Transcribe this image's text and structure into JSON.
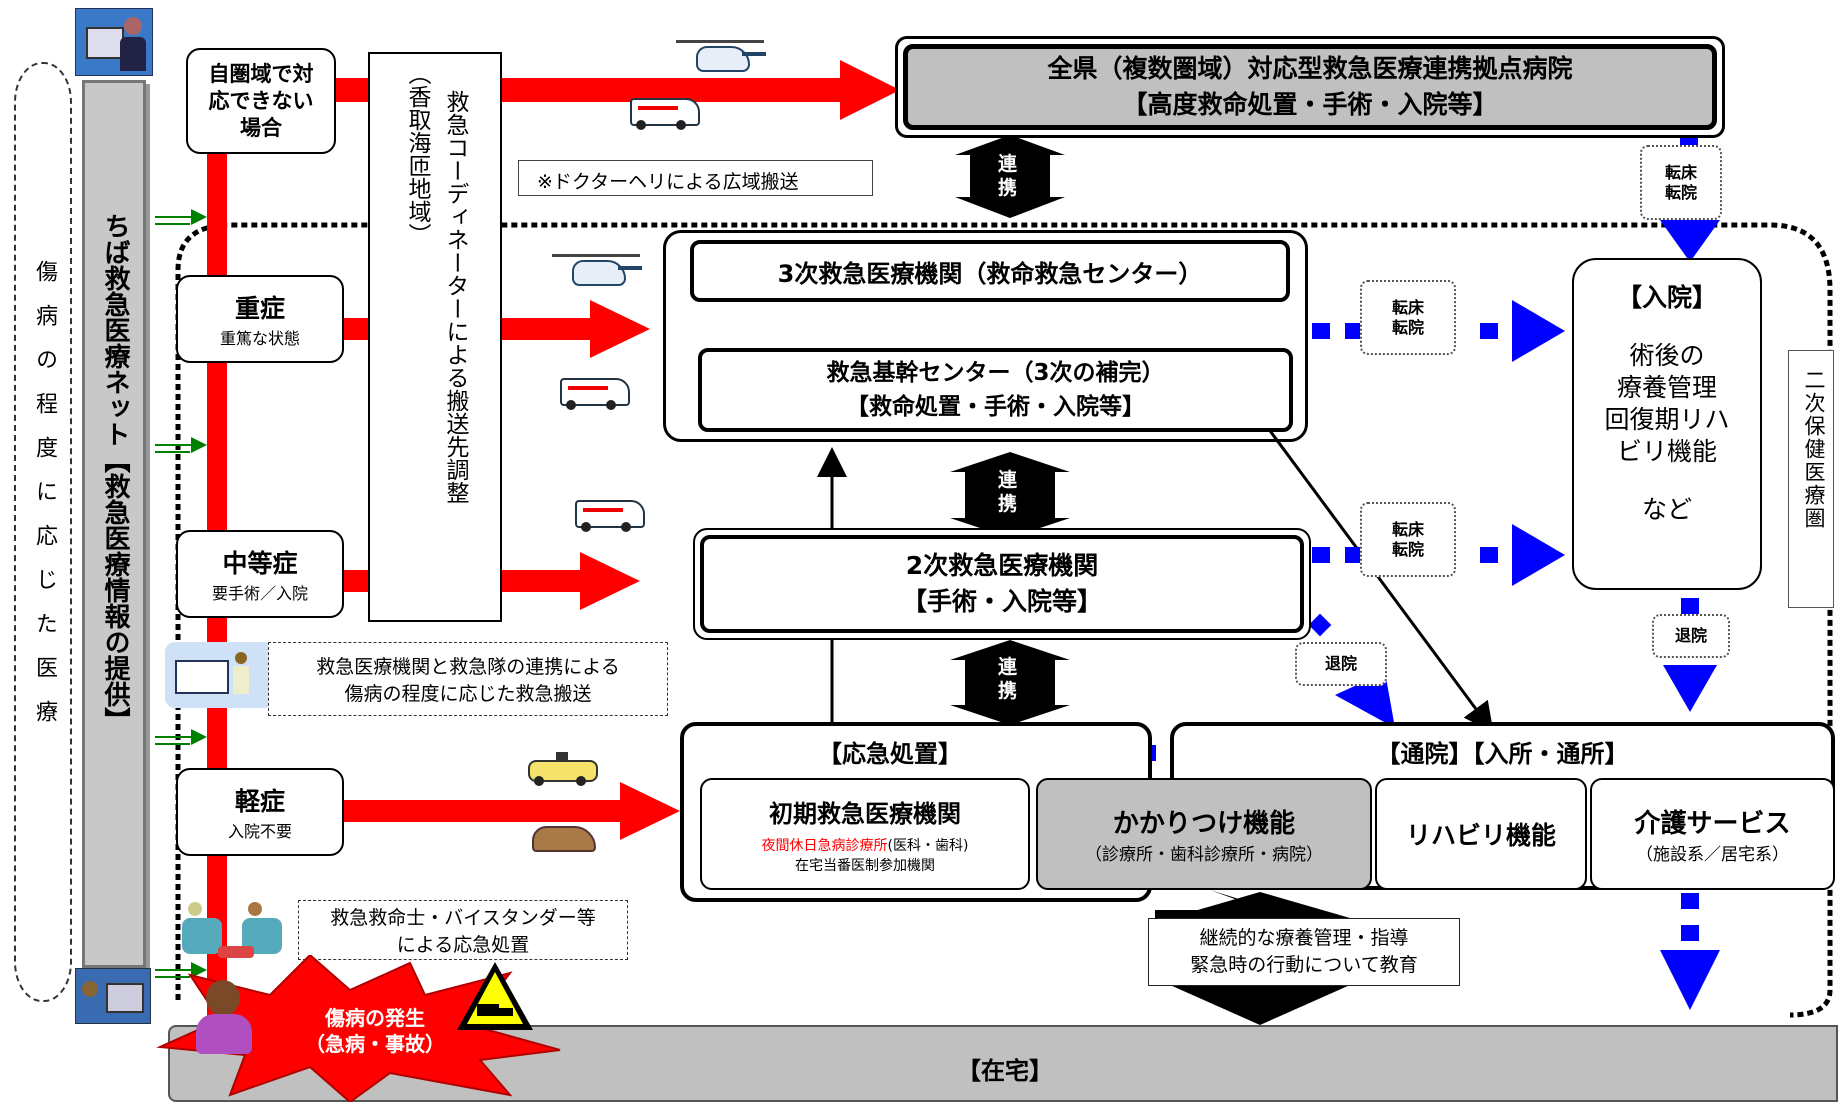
{
  "left_axis": {
    "label": "傷病の程度に応じた医療"
  },
  "info_column": {
    "label": "ちば救急医療ネット【救急医療情報の提供】"
  },
  "coordinator": {
    "label": "救急コーディネーターによる搬送先調整",
    "sublabel": "（香取海匝地域）"
  },
  "severity": [
    {
      "title": "自圏域で対応できない場合",
      "sub": ""
    },
    {
      "title": "重症",
      "sub": "重篤な状態"
    },
    {
      "title": "中等症",
      "sub": "要手術／入院"
    },
    {
      "title": "軽症",
      "sub": "入院不要"
    }
  ],
  "top_hospital": {
    "line1": "全県（複数圏域）対応型救急医療連携拠点病院",
    "line2": "【高度救命処置・手術・入院等】"
  },
  "heli_note": "※ドクターヘリによる広域搬送",
  "tertiary": {
    "title": "3次救急医療機関（救命救急センター）"
  },
  "core_center": {
    "line1": "救急基幹センター（3次の補完）",
    "line2": "【救命処置・手術・入院等】"
  },
  "secondary": {
    "line1": "2次救急医療機関",
    "line2": "【手術・入院等】"
  },
  "primary": {
    "header": "【応急処置】",
    "title": "初期救急医療機関",
    "sub_red": "夜間休日急病診療所",
    "sub_red_suffix": "(医科・歯科)",
    "sub2": "在宅当番医制参加機関"
  },
  "outpatient": {
    "header": "【通院】【入所・通所】",
    "kakari_title": "かかりつけ機能",
    "kakari_sub": "（診療所・歯科診療所・病院）",
    "rehab": "リハビリ機能",
    "care_title": "介護サービス",
    "care_sub": "（施設系／居宅系）"
  },
  "inpatient": {
    "header": "【入院】",
    "lines": [
      "術後の",
      "療養管理",
      "回復期リハ",
      "ビリ機能"
    ],
    "etc": "など"
  },
  "secondary_area": "二次保健医療圏",
  "renkei": "連携",
  "tensho": [
    "転床",
    "転院"
  ],
  "taiin": "退院",
  "notes": {
    "transport": [
      "救急医療機関と救急隊の連携による",
      "傷病の程度に応じた救急搬送"
    ],
    "firstaid": [
      "救急救命士・バイスタンダー等",
      "による応急処置"
    ],
    "education": [
      "継続的な療養管理・指導",
      "緊急時の行動について教育"
    ]
  },
  "onset": {
    "line1": "傷病の発生",
    "line2": "（急病・事故）"
  },
  "home": "【在宅】",
  "colors": {
    "red": "#ff0000",
    "blue": "#0000ff",
    "gray": "#c0c0c0",
    "green": "#008000"
  }
}
